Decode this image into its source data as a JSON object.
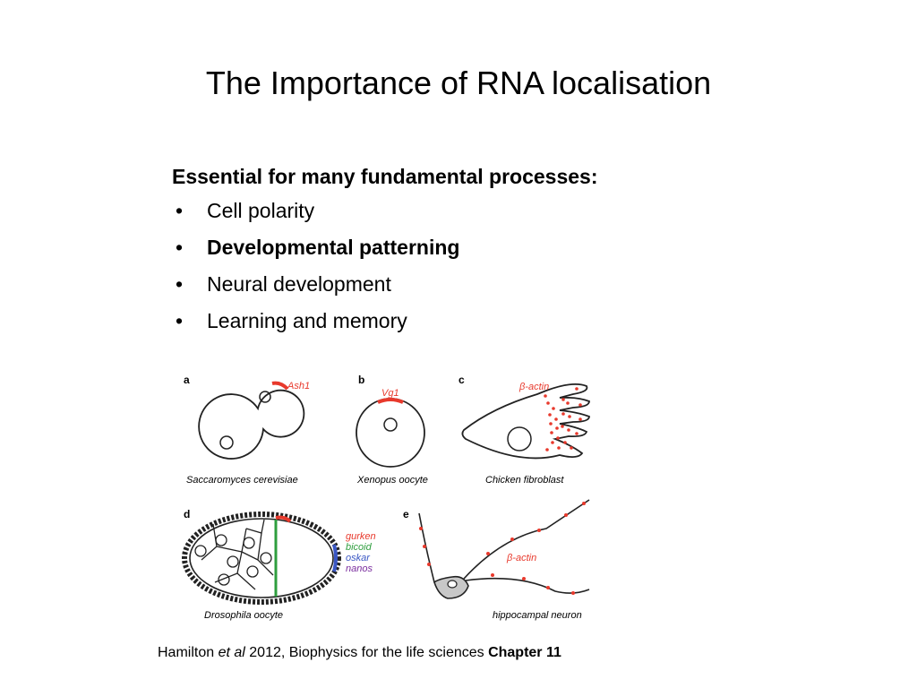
{
  "slide": {
    "title": "The Importance of RNA localisation",
    "heading": "Essential for many fundamental processes:",
    "bullets": [
      {
        "text": "Cell polarity",
        "bold": false
      },
      {
        "text": "Developmental patterning",
        "bold": true
      },
      {
        "text": "Neural development",
        "bold": false
      },
      {
        "text": "Learning and memory",
        "bold": false
      }
    ],
    "bullet_glyph": "•"
  },
  "figure": {
    "panels": {
      "a": {
        "letter": "a",
        "label": "Ash1",
        "caption": "Saccaromyces cerevisiae"
      },
      "b": {
        "letter": "b",
        "label": "Vg1",
        "caption": "Xenopus oocyte"
      },
      "c": {
        "letter": "c",
        "label": "β-actin",
        "caption": "Chicken fibroblast"
      },
      "d": {
        "letter": "d",
        "caption": "Drosophila oocyte",
        "legend": [
          {
            "name": "gurken",
            "color": "#e8392c"
          },
          {
            "name": "bicoid",
            "color": "#2e9e3e"
          },
          {
            "name": "oskar",
            "color": "#3a57c4"
          },
          {
            "name": "nanos",
            "color": "#7a2e9e"
          }
        ]
      },
      "e": {
        "letter": "e",
        "label": "β-actin",
        "caption": "hippocampal neuron"
      }
    },
    "colors": {
      "rna": "#e8392c",
      "outline": "#222222",
      "soma": "#c8c8c8"
    }
  },
  "citation": {
    "prefix": "Hamilton ",
    "etal": "et al",
    "middle": " 2012, Biophysics for the life sciences ",
    "chapter": "Chapter 11"
  }
}
